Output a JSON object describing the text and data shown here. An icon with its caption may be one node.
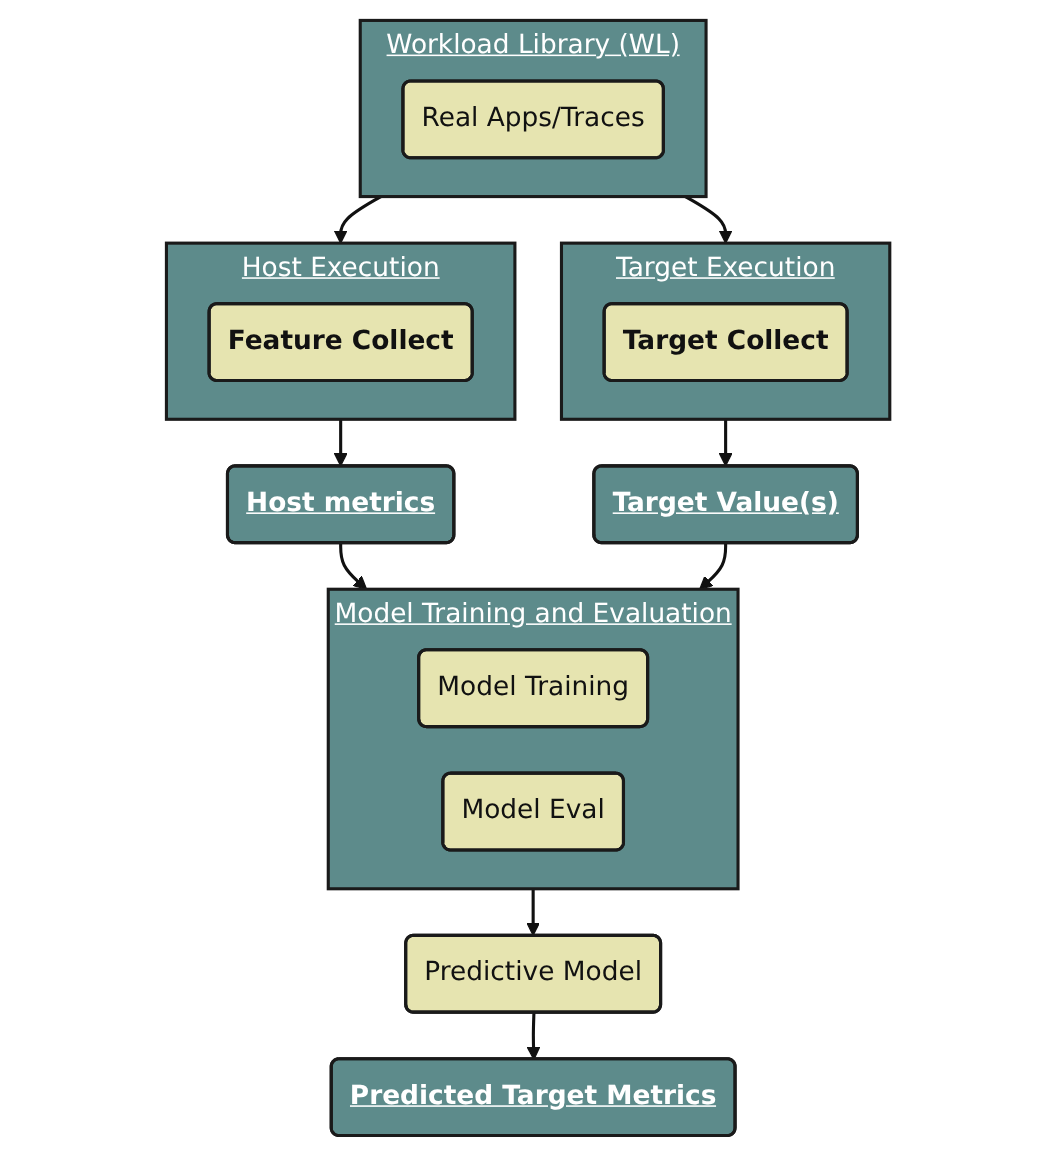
{
  "diagram": {
    "nodes": [
      {
        "text": [
          "Workload Library (WL)"
        ]
      },
      {
        "text": [
          "Real Apps/Traces"
        ],
        "in": 0
      },
      {
        "text": [
          "Host Execution"
        ]
      },
      {
        "text": [
          "Feature Collect"
        ],
        "in": 2
      },
      {
        "text": [
          "Target Execution"
        ]
      },
      {
        "text": [
          "Target Collect"
        ],
        "in": 4
      },
      {
        "text": [
          "Host metrics"
        ]
      },
      {
        "text": [
          "Target Value(s)"
        ]
      },
      {
        "text": [
          "Model Training and Evaluation"
        ]
      },
      {
        "text": [
          "Model Training"
        ],
        "in": 8
      },
      {
        "text": [
          "Model Eval"
        ],
        "in": 8
      },
      {
        "text": [
          "Predictive Model"
        ]
      },
      {
        "text": [
          "Predicted Target Metrics"
        ]
      }
    ],
    "edges": [
      {
        "from": 0,
        "to": 2,
        "arrow": "to"
      },
      {
        "from": 0,
        "to": 4,
        "arrow": "to"
      },
      {
        "from": 2,
        "to": 6,
        "arrow": "to"
      },
      {
        "from": 4,
        "to": 7,
        "arrow": "to"
      },
      {
        "from": 6,
        "to": 8,
        "arrow": "to"
      },
      {
        "from": 7,
        "to": 8,
        "arrow": "to"
      },
      {
        "from": 8,
        "to": 11,
        "arrow": "to"
      },
      {
        "from": 11,
        "to": 12,
        "arrow": "to"
      }
    ]
  }
}
